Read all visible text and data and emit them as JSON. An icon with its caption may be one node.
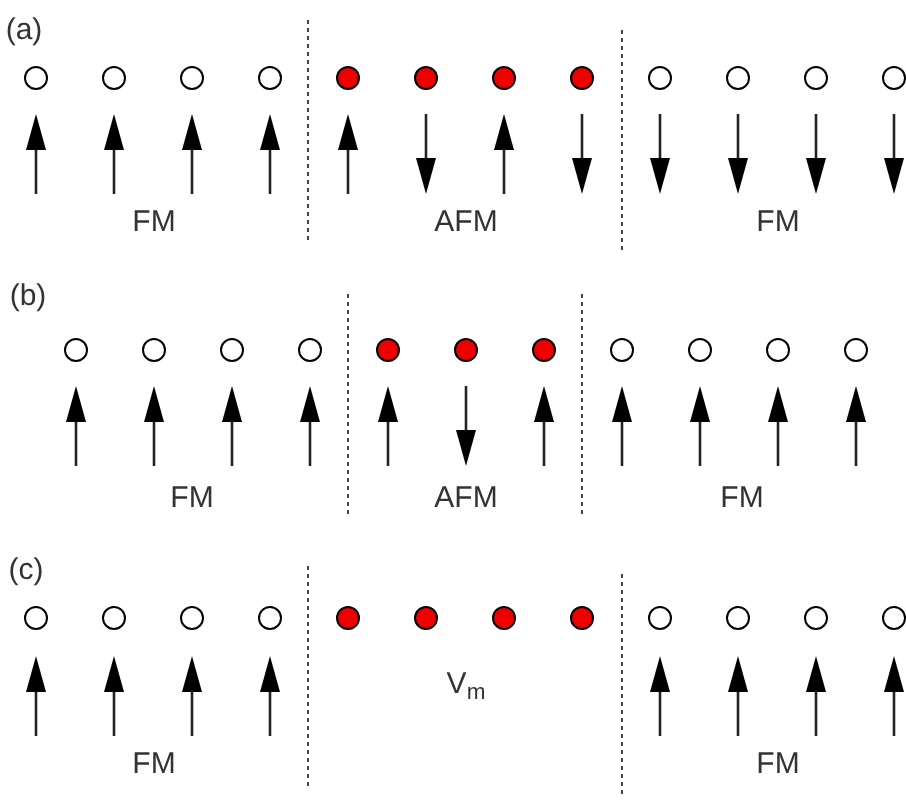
{
  "diagram": {
    "labels": [
      "(a)",
      "FM",
      "AFM",
      "FM",
      "(b)",
      "FM",
      "AFM",
      "FM",
      "(c)",
      "V$_{m}$",
      "FM",
      "FM"
    ]
  }
}
